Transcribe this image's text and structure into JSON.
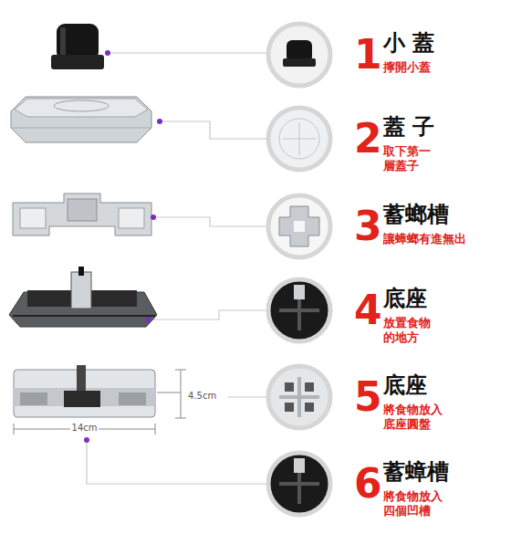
{
  "diagram": {
    "labels": [
      "1",
      "小 蓋",
      "擰開小蓋",
      "2",
      "蓋 子",
      "取下第一 層蓋子",
      "3",
      "蓄螂槽",
      "讓蟑螂有進無出",
      "4",
      "底座",
      "放置食物 的地方",
      "5",
      "底座",
      "將食物放入 底座圓盤",
      "6",
      "蓄蟑槽",
      "將食物放入 四個凹槽",
      "4.5cm",
      "14cm"
    ]
  }
}
